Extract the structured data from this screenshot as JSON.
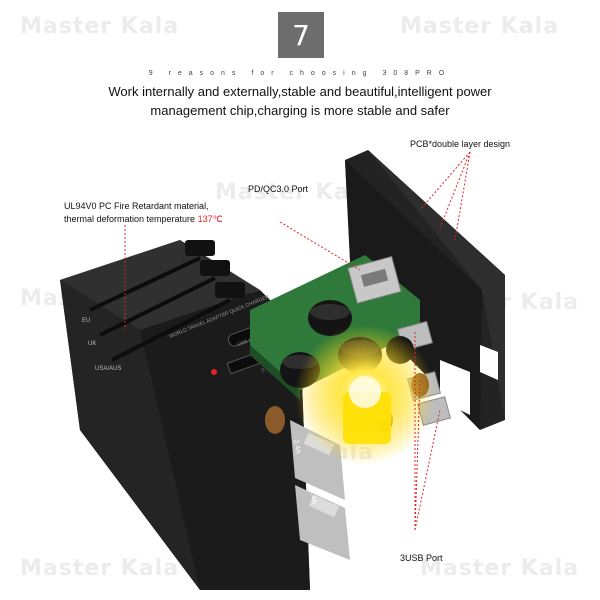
{
  "watermark": "Master Kala",
  "badge_number": "7",
  "kicker": "9 reasons for choosing 308PRO",
  "headline_line1": "Work internally and externally,stable and beautiful,intelligent power",
  "headline_line2": "management chip,charging is more stable and safer",
  "labels": {
    "pcb": "PCB*double layer design",
    "pd": "PD/QC3.0 Port",
    "material_line1": "UL94V0 PC Fire Retardant material,",
    "material_line2": "thermal deformation temperature ",
    "material_temp": "137℃",
    "usb": "3USB Port"
  },
  "device_text": {
    "plug_eu": "EU",
    "plug_uk": "UK",
    "plug_us": "USA/AUS",
    "spec_title": "WORLD TRAVEL ADAPTER QUICK CHARGER",
    "usbc_label": "USB-C",
    "port_rating": "2.4A",
    "rating_a": "2.4A",
    "rating_b": "2.4A"
  },
  "colors": {
    "badge_bg": "#6d6d6d",
    "accent_red": "#e0232a",
    "device_body": "#1e1e1e",
    "pcb_green": "#2f7a3a",
    "glow_yellow": "#ffe000"
  }
}
